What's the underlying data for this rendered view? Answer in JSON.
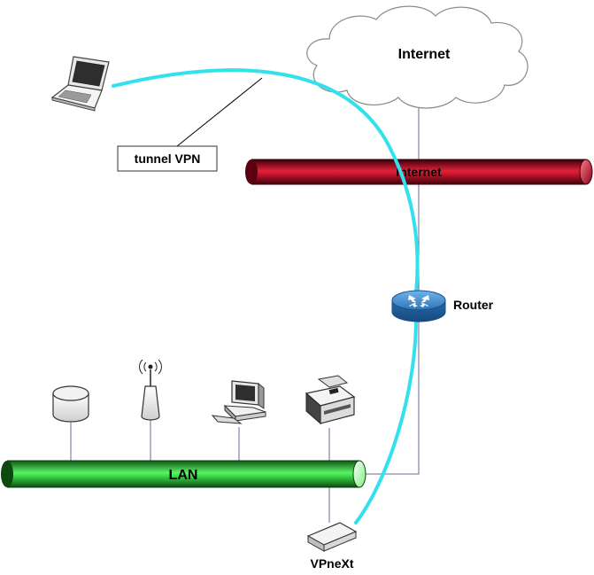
{
  "nodes": {
    "cloud": "Internet",
    "backbone": "Internet",
    "router": "Router",
    "lan": "LAN",
    "vpn_device": "VPneXt",
    "tunnel_callout": "tunnel VPN"
  },
  "icons": {
    "laptop": "laptop-icon",
    "storage": "storage-disk-icon",
    "wifi_ap": "wireless-access-point-icon",
    "workstation": "desktop-computer-icon",
    "printer": "printer-icon",
    "router": "router-icon",
    "vpn_device": "vpn-appliance-icon"
  },
  "colors": {
    "tunnel": "#33e0ee",
    "internet_pipe": "#b00018",
    "lan_pipe": "#22dd33",
    "router": "#3a86c8",
    "link": "#6a6a9a"
  }
}
